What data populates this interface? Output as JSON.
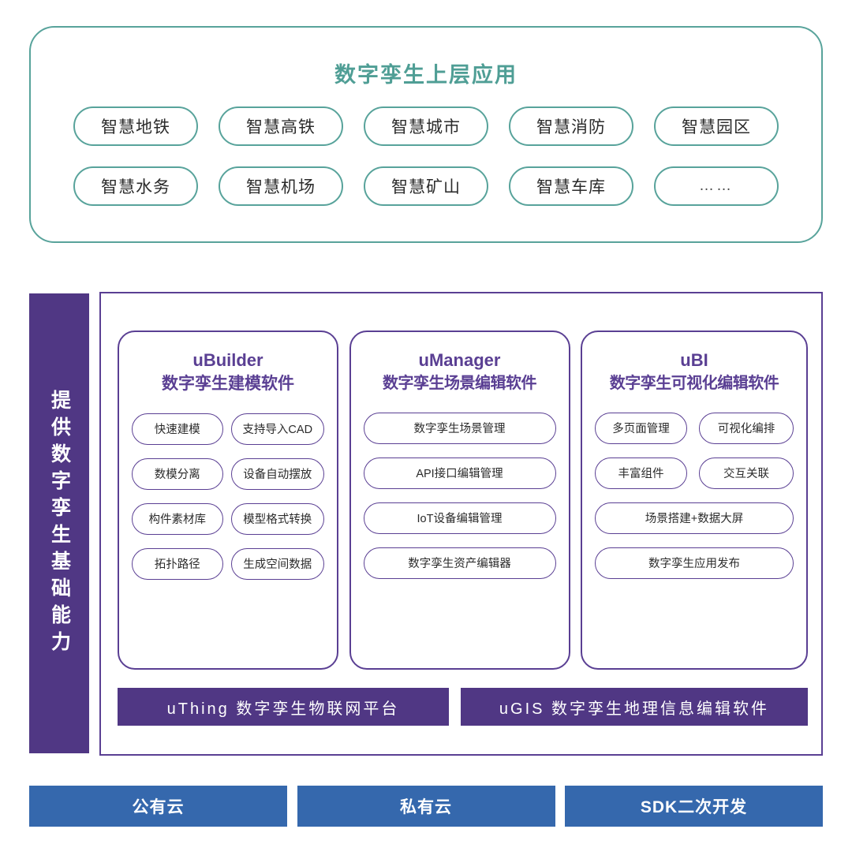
{
  "colors": {
    "teal": "#58a39b",
    "teal_title": "#4f9e95",
    "purple_dark": "#503784",
    "purple_border": "#5a3f93",
    "blue": "#3568ad",
    "text_dark": "#2b2b2b",
    "white": "#ffffff"
  },
  "applications": {
    "title": "数字孪生上层应用",
    "rows": [
      [
        "智慧地铁",
        "智慧高铁",
        "智慧城市",
        "智慧消防",
        "智慧园区"
      ],
      [
        "智慧水务",
        "智慧机场",
        "智慧矿山",
        "智慧车库",
        "……"
      ]
    ]
  },
  "capability": {
    "sidebar_label": "提供数字孪生基础能力",
    "products": [
      {
        "name": "uBuilder",
        "subtitle": "数字孪生建模软件",
        "feature_rows": [
          [
            "快速建模",
            "支持导入CAD"
          ],
          [
            "数模分离",
            "设备自动摆放"
          ],
          [
            "构件素材库",
            "模型格式转换"
          ],
          [
            "拓扑路径",
            "生成空间数据"
          ]
        ]
      },
      {
        "name": "uManager",
        "subtitle": "数字孪生场景编辑软件",
        "feature_rows": [
          [
            "数字孪生场景管理"
          ],
          [
            "API接口编辑管理"
          ],
          [
            "IoT设备编辑管理"
          ],
          [
            "数字孪生资产编辑器"
          ]
        ]
      },
      {
        "name": "uBI",
        "subtitle": "数字孪生可视化编辑软件",
        "feature_rows": [
          [
            "多页面管理",
            "可视化编排"
          ],
          [
            "丰富组件",
            "交互关联"
          ],
          [
            "场景搭建+数据大屏"
          ],
          [
            "数字孪生应用发布"
          ]
        ]
      }
    ],
    "platforms": [
      "uThing 数字孪生物联网平台",
      "uGIS 数字孪生地理信息编辑软件"
    ]
  },
  "deployment": {
    "options": [
      "公有云",
      "私有云",
      "SDK二次开发"
    ]
  }
}
